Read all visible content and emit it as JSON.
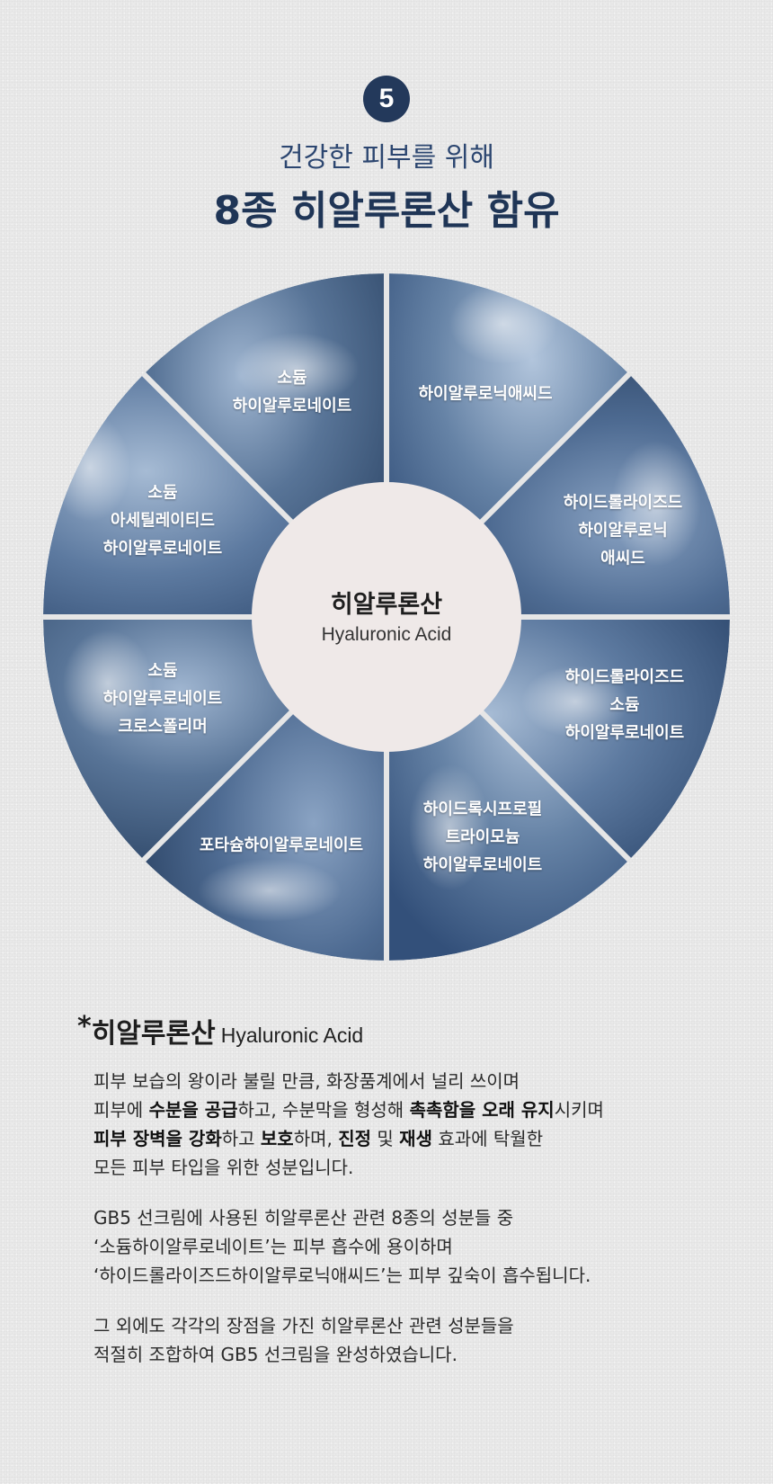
{
  "badge_number": "5",
  "header": {
    "subtitle": "건강한 피부를 위해",
    "title": "8종 히알루론산 함유"
  },
  "wheel": {
    "center_title": "히알루론산",
    "center_subtitle": "Hyaluronic Acid",
    "segments": [
      {
        "lines": [
          "소듐",
          "하이알루로네이트"
        ]
      },
      {
        "lines": [
          "하이알루로닉애씨드"
        ]
      },
      {
        "lines": [
          "하이드롤라이즈드",
          "하이알루로닉",
          "애씨드"
        ]
      },
      {
        "lines": [
          "하이드롤라이즈드",
          "소듐",
          "하이알루로네이트"
        ]
      },
      {
        "lines": [
          "하이드록시프로필",
          "트라이모늄",
          "하이알루로네이트"
        ]
      },
      {
        "lines": [
          "포타슘하이알루로네이트"
        ]
      },
      {
        "lines": [
          "소듐",
          "하이알루로네이트",
          "크로스폴리머"
        ]
      },
      {
        "lines": [
          "소듐",
          "아세틸레이티드",
          "하이알루로네이트"
        ]
      }
    ]
  },
  "description": {
    "heading_star": "*",
    "heading_ko": "히알루론산",
    "heading_en": "Hyaluronic Acid",
    "p1": {
      "l1": "피부 보습의 왕이라 불릴 만큼, 화장품계에서 널리 쓰이며",
      "l2a": "피부에 ",
      "l2b": "수분을 공급",
      "l2c": "하고, 수분막을 형성해 ",
      "l2d": "촉촉함을 오래 유지",
      "l2e": "시키며",
      "l3a": "피부 장벽을 강화",
      "l3b": "하고 ",
      "l3c": "보호",
      "l3d": "하며, ",
      "l3e": "진정",
      "l3f": " 및 ",
      "l3g": "재생",
      "l3h": " 효과에 탁월한",
      "l4": "모든 피부 타입을 위한 성분입니다."
    },
    "p2": {
      "l1": "GB5 선크림에 사용된 히알루론산 관련 8종의 성분들 중",
      "l2": "‘소듐하이알루로네이트’는 피부 흡수에 용이하며",
      "l3": "‘하이드롤라이즈드하이알루로닉애씨드’는 피부 깊숙이 흡수됩니다."
    },
    "p3": {
      "l1": "그 외에도 각각의 장점을 가진 히알루론산 관련 성분들을",
      "l2": "적절히 조합하여 GB5 선크림을 완성하였습니다."
    }
  },
  "colors": {
    "navy": "#23395b",
    "wheel_base": "#3f5a80",
    "center_fill": "#efe9e8"
  }
}
